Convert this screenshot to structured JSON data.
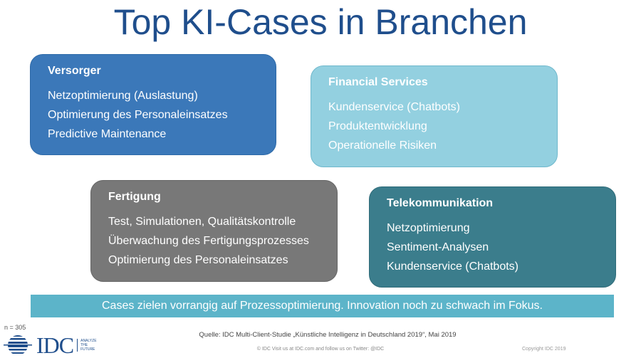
{
  "title": "Top KI-Cases in Branchen",
  "boxes": [
    {
      "heading": "Versorger",
      "items": [
        "Netzoptimierung (Auslastung)",
        "Optimierung des Personaleinsatzes",
        "Predictive Maintenance"
      ]
    },
    {
      "heading": "Financial Services",
      "items": [
        "Kundenservice (Chatbots)",
        "Produktentwicklung",
        "Operationelle Risiken"
      ]
    },
    {
      "heading": "Fertigung",
      "items": [
        "Test, Simulationen, Qualitätskontrolle",
        "Überwachung des Fertigungsprozesses",
        "Optimierung des Personaleinsatzes"
      ]
    },
    {
      "heading": "Telekommunikation",
      "items": [
        "Netzoptimierung",
        "Sentiment-Analysen",
        "Kundenservice (Chatbots)"
      ]
    }
  ],
  "banner": "Cases zielen vorrangig auf Prozessoptimierung. Innovation noch zu schwach im Fokus.",
  "footer": {
    "n": "n = 305",
    "source": "Quelle: IDC Multi-Client-Studie „Künstliche Intelligenz in Deutschland 2019“, Mai 2019",
    "visit": "© IDC   Visit us at IDC.com and follow us on Twitter: @IDC",
    "copyright": "Copyright IDC 2019",
    "logo": "IDC",
    "tagline": [
      "ANALYZE",
      "THE",
      "FUTURE"
    ]
  }
}
